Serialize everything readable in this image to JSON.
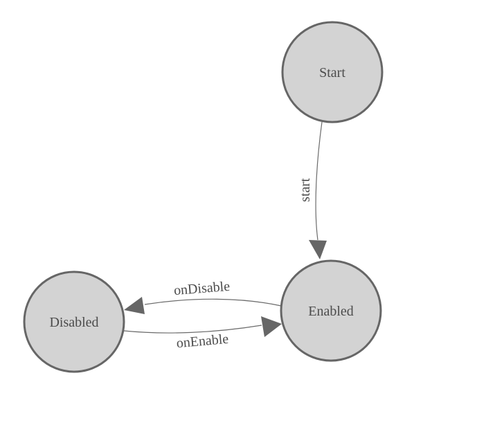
{
  "diagram": {
    "type": "state-machine",
    "nodes": [
      {
        "id": "start",
        "label": "Start"
      },
      {
        "id": "enabled",
        "label": "Enabled"
      },
      {
        "id": "disabled",
        "label": "Disabled"
      }
    ],
    "edges": [
      {
        "from": "start",
        "to": "enabled",
        "label": "start"
      },
      {
        "from": "enabled",
        "to": "disabled",
        "label": "onDisable"
      },
      {
        "from": "disabled",
        "to": "enabled",
        "label": "onEnable"
      }
    ],
    "colors": {
      "background": "#ffffff",
      "node_fill": "#d3d3d3",
      "node_stroke": "#666666",
      "edge_stroke": "#6b6b6b",
      "text": "#4c4c4c"
    }
  }
}
